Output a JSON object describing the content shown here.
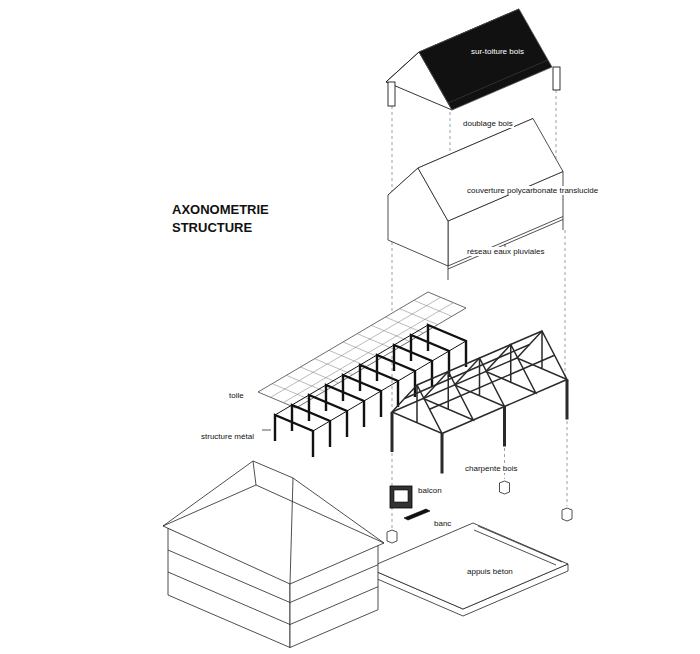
{
  "diagram": {
    "title": "AXONOMETRIE STRUCTURE",
    "labels": [
      "sur-toiture bois",
      "doublage bois",
      "couverture polycarbonate translucide",
      "réseau eaux pluviales",
      "toile",
      "structure métal",
      "charpente bois",
      "balcon",
      "banc",
      "appuis béton"
    ]
  }
}
